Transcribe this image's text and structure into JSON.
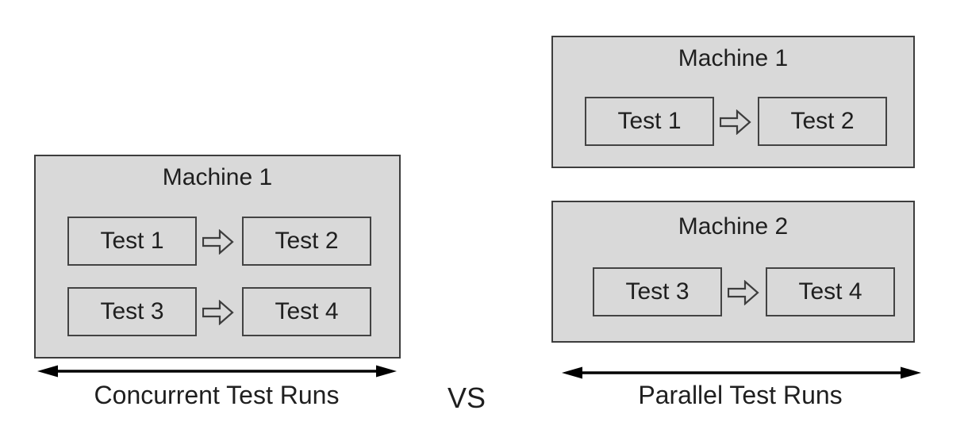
{
  "diagram": {
    "left": {
      "machine": {
        "title": "Machine 1",
        "rows": [
          {
            "from": "Test 1",
            "to": "Test 2"
          },
          {
            "from": "Test 3",
            "to": "Test 4"
          }
        ]
      },
      "caption": "Concurrent Test Runs"
    },
    "divider": "VS",
    "right": {
      "machines": [
        {
          "title": "Machine 1",
          "rows": [
            {
              "from": "Test 1",
              "to": "Test 2"
            }
          ]
        },
        {
          "title": "Machine 2",
          "rows": [
            {
              "from": "Test 3",
              "to": "Test 4"
            }
          ]
        }
      ],
      "caption": "Parallel Test Runs"
    },
    "icons": {
      "flow_arrow": "right-block-arrow",
      "span_arrow": "double-headed-arrow"
    },
    "colors": {
      "background": "#ffffff",
      "box_fill": "#d9d9d9",
      "box_border": "#3d3d3d",
      "arrow": "#000000",
      "text": "#1f1f1f"
    }
  }
}
